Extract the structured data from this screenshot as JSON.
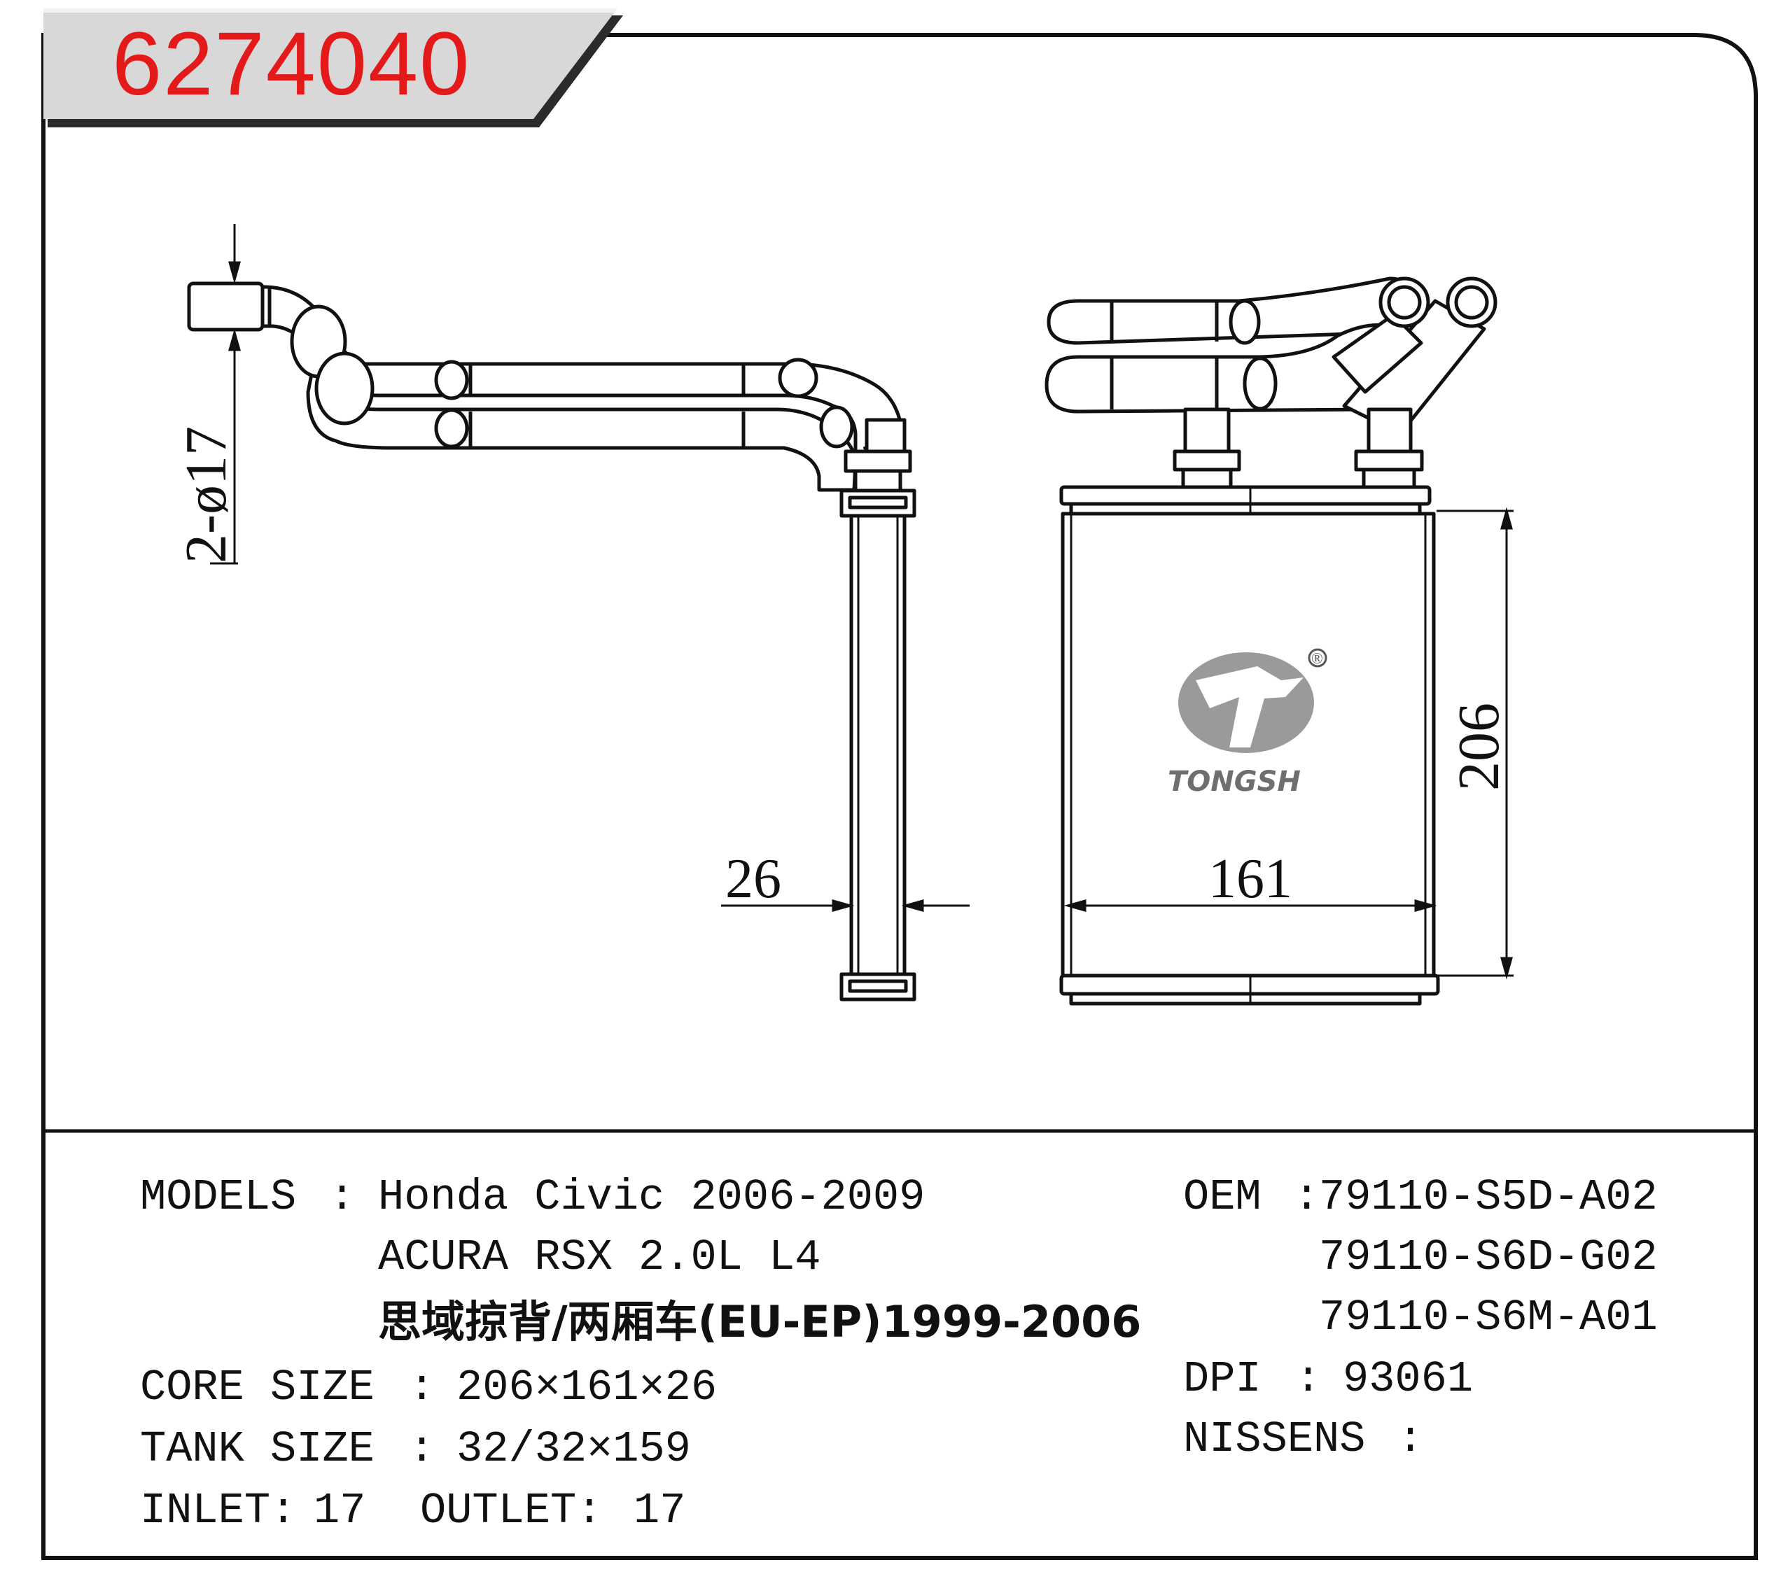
{
  "header": {
    "part_number": "6274040",
    "accent_color": "#e41a1a"
  },
  "drawing": {
    "pipe_dim_label": "2-ø17",
    "depth_dim_label": "26",
    "width_dim_label": "161",
    "height_dim_label": "206",
    "logo_text": "TONGSH",
    "logo_reg": "®"
  },
  "specs": {
    "models_label": "MODELS",
    "models_sep": ":",
    "models_line1": "Honda Civic 2006-2009",
    "models_line2": "ACURA RSX 2.0L L4",
    "models_line3": "思域掠背/两厢车(EU-EP)1999-2006",
    "core_label": "CORE SIZE",
    "core_sep": ":",
    "core_value": "206×161×26",
    "tank_label": "TANK SIZE",
    "tank_sep": ":",
    "tank_value": "32/32×159",
    "inlet_label": "INLET:",
    "inlet_value": "17",
    "outlet_label": "OUTLET:",
    "outlet_value": "17",
    "oem_label": "OEM",
    "oem_sep": ":",
    "oem_values": [
      "79110-S5D-A02",
      "79110-S6D-G02",
      "79110-S6M-A01"
    ],
    "dpi_label": "DPI",
    "dpi_sep": ":",
    "dpi_value": "93061",
    "nissens_label": "NISSENS",
    "nissens_sep": ":"
  }
}
